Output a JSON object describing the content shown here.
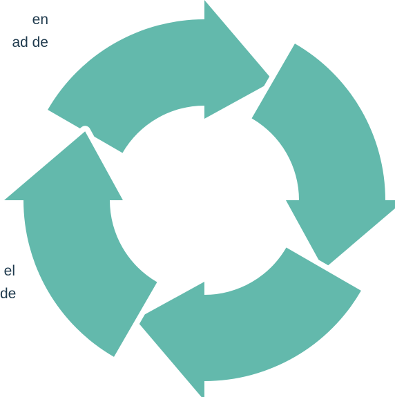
{
  "text_fragments": [
    {
      "lines": [
        "en",
        "ad de"
      ]
    },
    {
      "lines": [
        "el",
        "de"
      ]
    }
  ],
  "diagram": {
    "type": "cycle",
    "arrow_count": 4,
    "direction": "clockwise",
    "colors": {
      "arrow_fill": "#63b9ac",
      "separator": "#ffffff",
      "text": "#1f3a4d"
    }
  }
}
